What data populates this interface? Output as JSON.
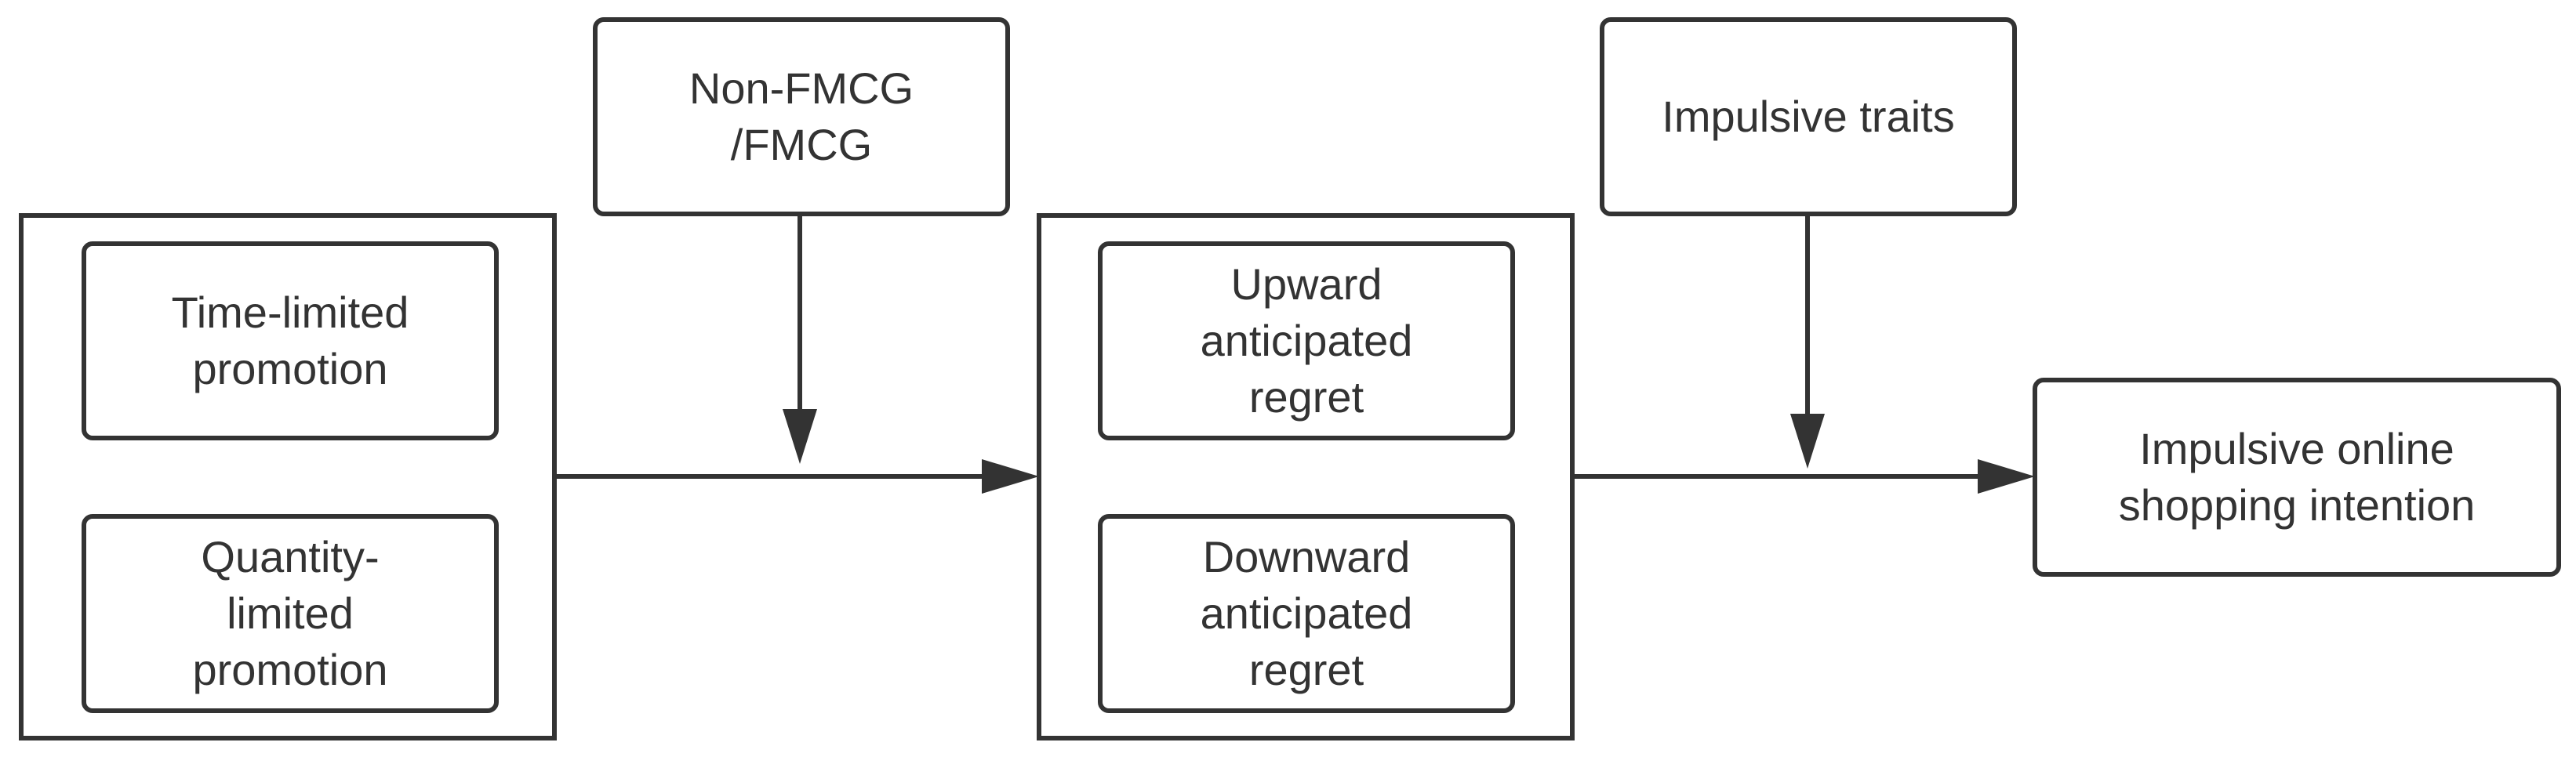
{
  "nodes": {
    "time_limited": "Time-limited\npromotion",
    "quantity_limited": "Quantity-\nlimited\npromotion",
    "moderator_goods": "Non-FMCG\n/FMCG",
    "upward_regret": "Upward\nanticipated\nregret",
    "downward_regret": "Downward\nanticipated\nregret",
    "moderator_traits": "Impulsive traits",
    "outcome": "Impulsive online\nshopping intention"
  },
  "edges": [
    {
      "from": "promotion-group",
      "to": "regret-group"
    },
    {
      "from": "regret-group",
      "to": "outcome"
    },
    {
      "from": "moderator_goods",
      "to": "promotion-regret-path"
    },
    {
      "from": "moderator_traits",
      "to": "regret-outcome-path"
    }
  ],
  "colors": {
    "stroke": "#333333",
    "text": "#333333",
    "background": "#ffffff"
  }
}
